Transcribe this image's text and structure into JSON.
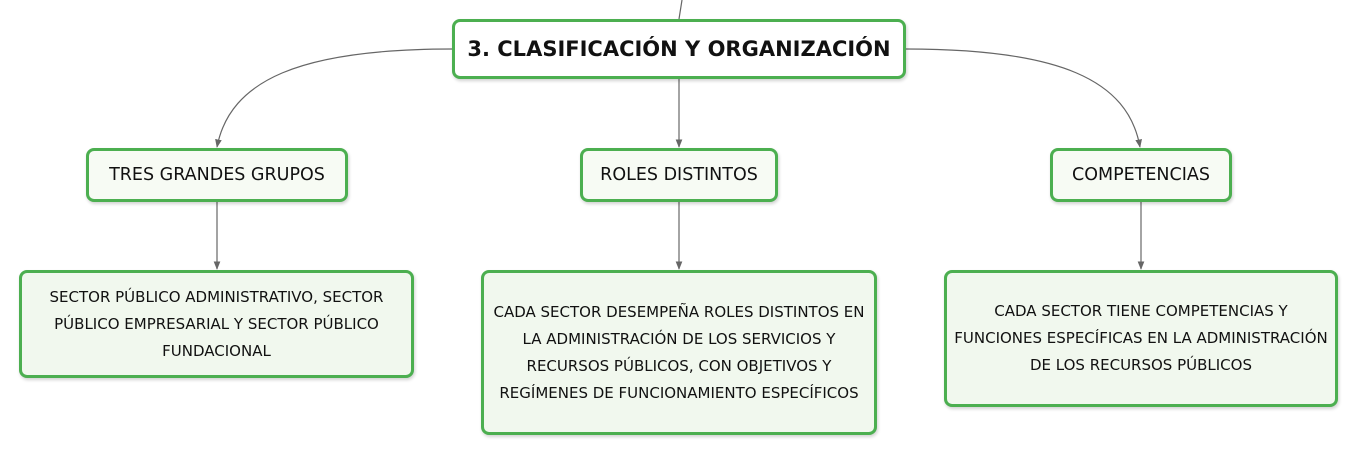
{
  "root": {
    "label": "3. CLASIFICACIÓN Y ORGANIZACIÓN"
  },
  "branches": [
    {
      "label": "TRES GRANDES GRUPOS",
      "detail": "SECTOR PÚBLICO ADMINISTRATIVO, SECTOR PÚBLICO EMPRESARIAL Y SECTOR PÚBLICO FUNDACIONAL"
    },
    {
      "label": "ROLES DISTINTOS",
      "detail": "CADA SECTOR DESEMPEÑA ROLES DISTINTOS EN LA ADMINISTRACIÓN DE LOS SERVICIOS Y RECURSOS PÚBLICOS, CON OBJETIVOS Y REGÍMENES DE FUNCIONAMIENTO ESPECÍFICOS"
    },
    {
      "label": "COMPETENCIAS",
      "detail": "CADA SECTOR TIENE COMPETENCIAS Y FUNCIONES ESPECÍFICAS EN LA ADMINISTRACIÓN DE LOS RECURSOS PÚBLICOS"
    }
  ],
  "colors": {
    "node_border": "#4caf50",
    "connector": "#666666"
  }
}
